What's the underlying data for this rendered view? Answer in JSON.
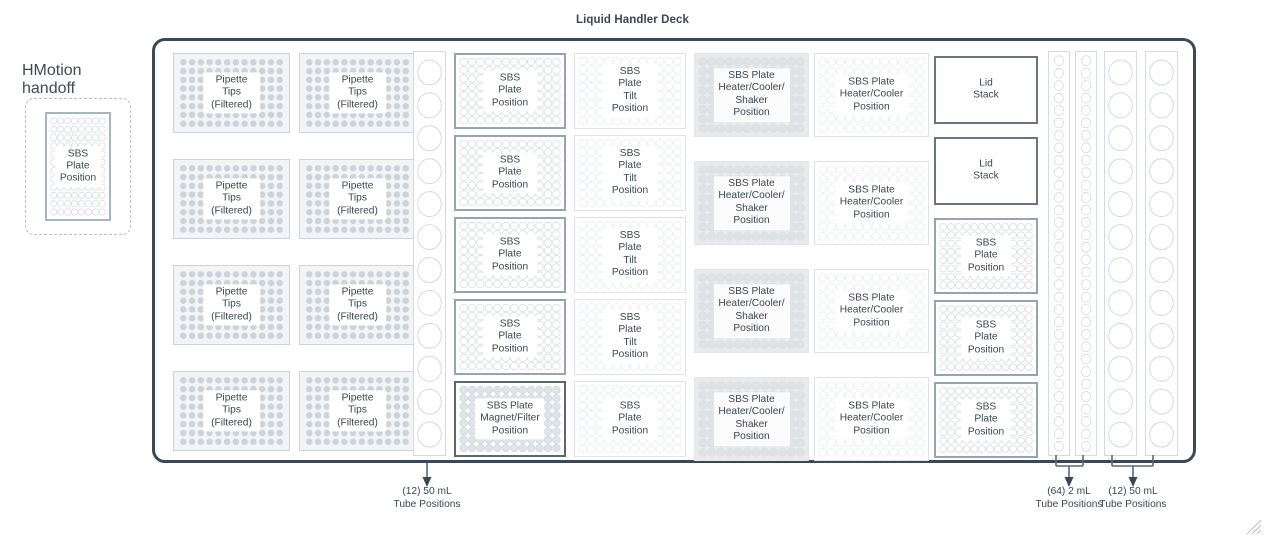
{
  "title": "Liquid Handler Deck",
  "hmotion": {
    "label": "HMotion handoff",
    "plate_label": "SBS Plate\nPosition"
  },
  "labels": {
    "tips": "Pipette Tips\n(Filtered)",
    "sbs_plate": "SBS Plate\nPosition",
    "sbs_tilt": "SBS Plate\nTilt Position",
    "sbs_magnet": "SBS Plate\nMagnet/Filter\nPosition",
    "sbs_hcs": "SBS Plate\nHeater/Cooler/\nShaker Position",
    "sbs_hc": "SBS Plate\nHeater/Cooler\nPosition",
    "lid_stack": "Lid Stack"
  },
  "columns": {
    "tips_col_1": [
      {
        "name": "tips-1-1",
        "label": "Pipette Tips\n(Filtered)"
      },
      {
        "name": "tips-1-2",
        "label": "Pipette Tips\n(Filtered)"
      },
      {
        "name": "tips-1-3",
        "label": "Pipette Tips\n(Filtered)"
      },
      {
        "name": "tips-1-4",
        "label": "Pipette Tips\n(Filtered)"
      }
    ],
    "tips_col_2": [
      {
        "name": "tips-2-1",
        "label": "Pipette Tips\n(Filtered)"
      },
      {
        "name": "tips-2-2",
        "label": "Pipette Tips\n(Filtered)"
      },
      {
        "name": "tips-2-3",
        "label": "Pipette Tips\n(Filtered)"
      },
      {
        "name": "tips-2-4",
        "label": "Pipette Tips\n(Filtered)"
      }
    ],
    "plate_col": [
      {
        "name": "sbs-plate-1",
        "label": "SBS Plate\nPosition"
      },
      {
        "name": "sbs-plate-2",
        "label": "SBS Plate\nPosition"
      },
      {
        "name": "sbs-plate-3",
        "label": "SBS Plate\nPosition"
      },
      {
        "name": "sbs-plate-4",
        "label": "SBS Plate\nPosition"
      },
      {
        "name": "sbs-magnet-filter",
        "label": "SBS Plate\nMagnet/Filter\nPosition"
      }
    ],
    "tilt_col": [
      {
        "name": "sbs-tilt-1",
        "label": "SBS Plate\nTilt Position"
      },
      {
        "name": "sbs-tilt-2",
        "label": "SBS Plate\nTilt Position"
      },
      {
        "name": "sbs-tilt-3",
        "label": "SBS Plate\nTilt Position"
      },
      {
        "name": "sbs-tilt-4",
        "label": "SBS Plate\nTilt Position"
      },
      {
        "name": "sbs-plate-5",
        "label": "SBS Plate\nPosition"
      }
    ],
    "hcs_col": [
      {
        "name": "sbs-hcs-1",
        "label": "SBS Plate\nHeater/Cooler/\nShaker Position"
      },
      {
        "name": "sbs-hcs-2",
        "label": "SBS Plate\nHeater/Cooler/\nShaker Position"
      },
      {
        "name": "sbs-hcs-3",
        "label": "SBS Plate\nHeater/Cooler/\nShaker Position"
      },
      {
        "name": "sbs-hcs-4",
        "label": "SBS Plate\nHeater/Cooler/\nShaker Position"
      }
    ],
    "hc_col": [
      {
        "name": "sbs-hc-1",
        "label": "SBS Plate\nHeater/Cooler\nPosition"
      },
      {
        "name": "sbs-hc-2",
        "label": "SBS Plate\nHeater/Cooler\nPosition"
      },
      {
        "name": "sbs-hc-3",
        "label": "SBS Plate\nHeater/Cooler\nPosition"
      },
      {
        "name": "sbs-hc-4",
        "label": "SBS Plate\nHeater/Cooler\nPosition"
      }
    ],
    "lid_col": [
      {
        "name": "lid-stack-1",
        "label": "Lid Stack"
      },
      {
        "name": "lid-stack-2",
        "label": "Lid Stack"
      },
      {
        "name": "sbs-plate-6",
        "label": "SBS Plate\nPosition"
      },
      {
        "name": "sbs-plate-7",
        "label": "SBS Plate\nPosition"
      },
      {
        "name": "sbs-plate-8",
        "label": "SBS Plate\nPosition"
      }
    ]
  },
  "racks": {
    "left_50ml": {
      "name": "rack-50ml-left",
      "tubes": 12
    },
    "right_2ml_a": {
      "name": "rack-2ml-a",
      "tubes": 32
    },
    "right_2ml_b": {
      "name": "rack-2ml-b",
      "tubes": 32
    },
    "right_50ml_a": {
      "name": "rack-50ml-right-a",
      "tubes": 12
    },
    "right_50ml_b": {
      "name": "rack-50ml-right-b",
      "tubes": 12
    }
  },
  "callouts": {
    "left_50ml": "(12) 50 mL\nTube Positions",
    "tubes_2ml": "(64) 2 mL\nTube Positions",
    "right_50ml": "(12) 50 mL\nTube Positions"
  },
  "colors": {
    "deck_border": "#3d4856",
    "text": "#3c4651",
    "sbs_border": "#97a3b2",
    "tilt_border": "#dfe3e8",
    "hcs_fill": "#e9eaec",
    "lid_border": "#6a7482",
    "tips_fill": "#f2f4f6",
    "well_stroke": "#d7dce2"
  }
}
